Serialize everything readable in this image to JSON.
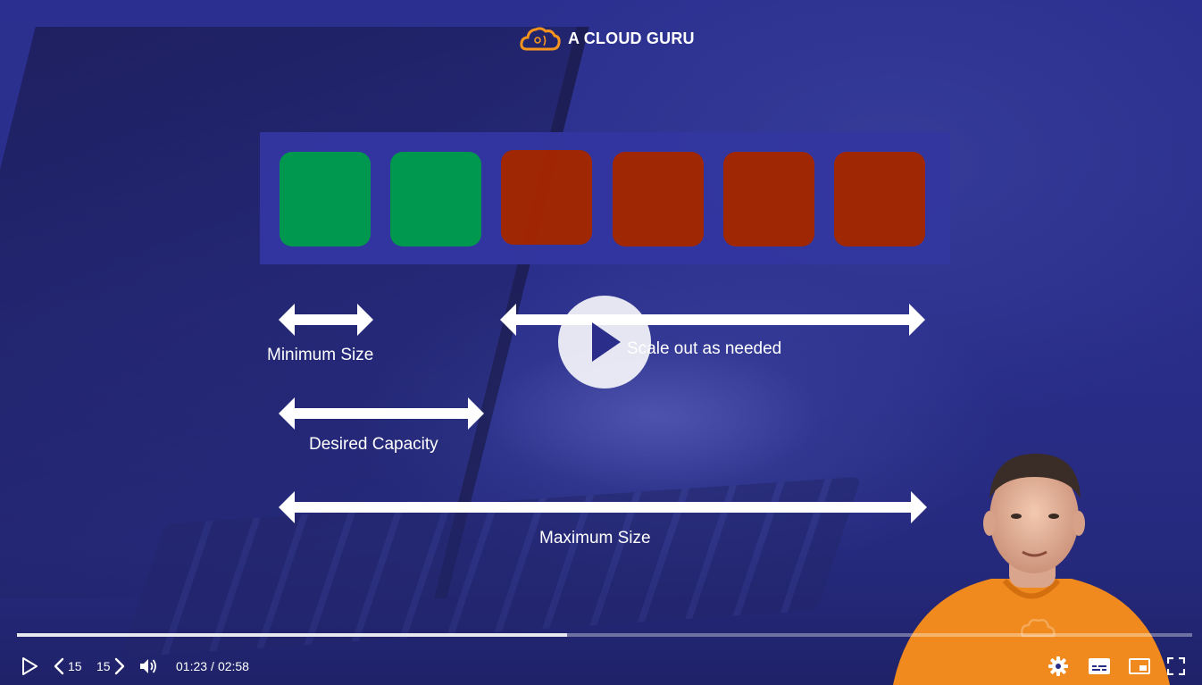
{
  "brand": {
    "name": "A CLOUD GURU",
    "accent": "#f7941d"
  },
  "diagram": {
    "instances": [
      {
        "color": "#009a4e"
      },
      {
        "color": "#009a4e"
      },
      {
        "color": "#a32702"
      },
      {
        "color": "#a32702"
      },
      {
        "color": "#a32702"
      },
      {
        "color": "#a32702"
      }
    ],
    "labels": {
      "minimum": "Minimum Size",
      "scale_out": "Scale out as needed",
      "desired": "Desired Capacity",
      "maximum": "Maximum Size"
    }
  },
  "player": {
    "big_play_icon": "play-icon",
    "progress": 0.468,
    "current_time": "01:23",
    "duration": "02:58",
    "time_separator": "/",
    "skip_back_label": "15",
    "skip_forward_label": "15",
    "icons": {
      "play": "play-icon",
      "skip_back": "rewind-15-icon",
      "skip_forward": "forward-15-icon",
      "volume": "volume-icon",
      "settings": "gear-icon",
      "captions": "captions-icon",
      "pip": "picture-in-picture-icon",
      "fullscreen": "fullscreen-icon"
    }
  }
}
